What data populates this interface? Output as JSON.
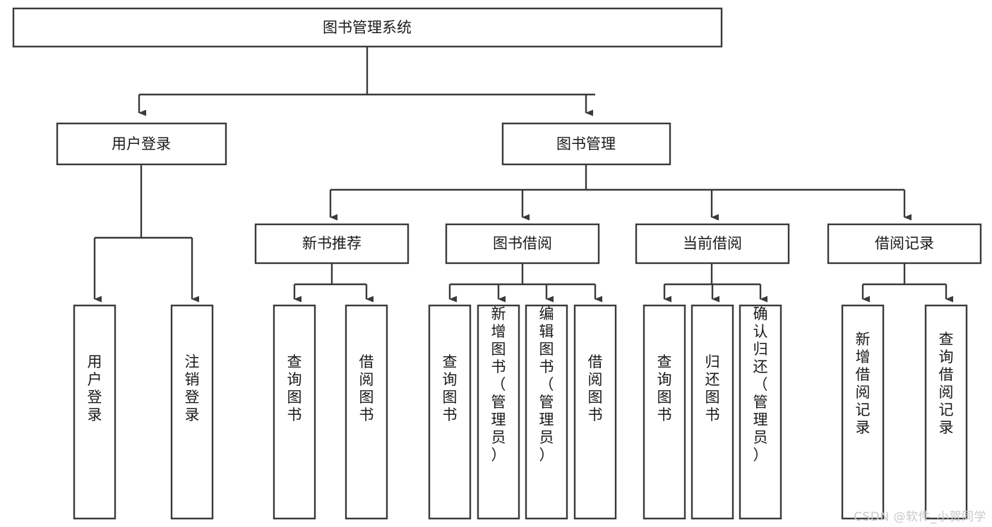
{
  "diagram": {
    "title": "图书管理系统",
    "type": "tree-hierarchy-diagram",
    "orientation": "top-down",
    "colors": {
      "box_fill": "#ffffff",
      "box_stroke": "#3a3a3a",
      "edge": "#3a3a3a",
      "text": "#1a1a1a",
      "background": "#ffffff",
      "watermark": "#c9c9c9"
    }
  },
  "root": {
    "label": "图书管理系统"
  },
  "level2": [
    {
      "label": "用户登录"
    },
    {
      "label": "图书管理"
    }
  ],
  "level3": [
    {
      "label": "新书推荐"
    },
    {
      "label": "图书借阅"
    },
    {
      "label": "当前借阅"
    },
    {
      "label": "借阅记录"
    }
  ],
  "leaves": {
    "user_login": [
      {
        "label": "用户登录"
      },
      {
        "label": "注销登录"
      }
    ],
    "new_book_recommend": [
      {
        "label": "查询图书"
      },
      {
        "label": "借阅图书"
      }
    ],
    "book_borrow": [
      {
        "label": "查询图书"
      },
      {
        "label": "新增图书（管理员）"
      },
      {
        "label": "编辑图书（管理员）"
      },
      {
        "label": "借阅图书"
      }
    ],
    "current_borrow": [
      {
        "label": "查询图书"
      },
      {
        "label": "归还图书"
      },
      {
        "label": "确认归还（管理员）"
      }
    ],
    "borrow_record": [
      {
        "label": "新增借阅记录"
      },
      {
        "label": "查询借阅记录"
      }
    ]
  },
  "watermark": {
    "text": "CSDN @软件_小贺同学"
  }
}
